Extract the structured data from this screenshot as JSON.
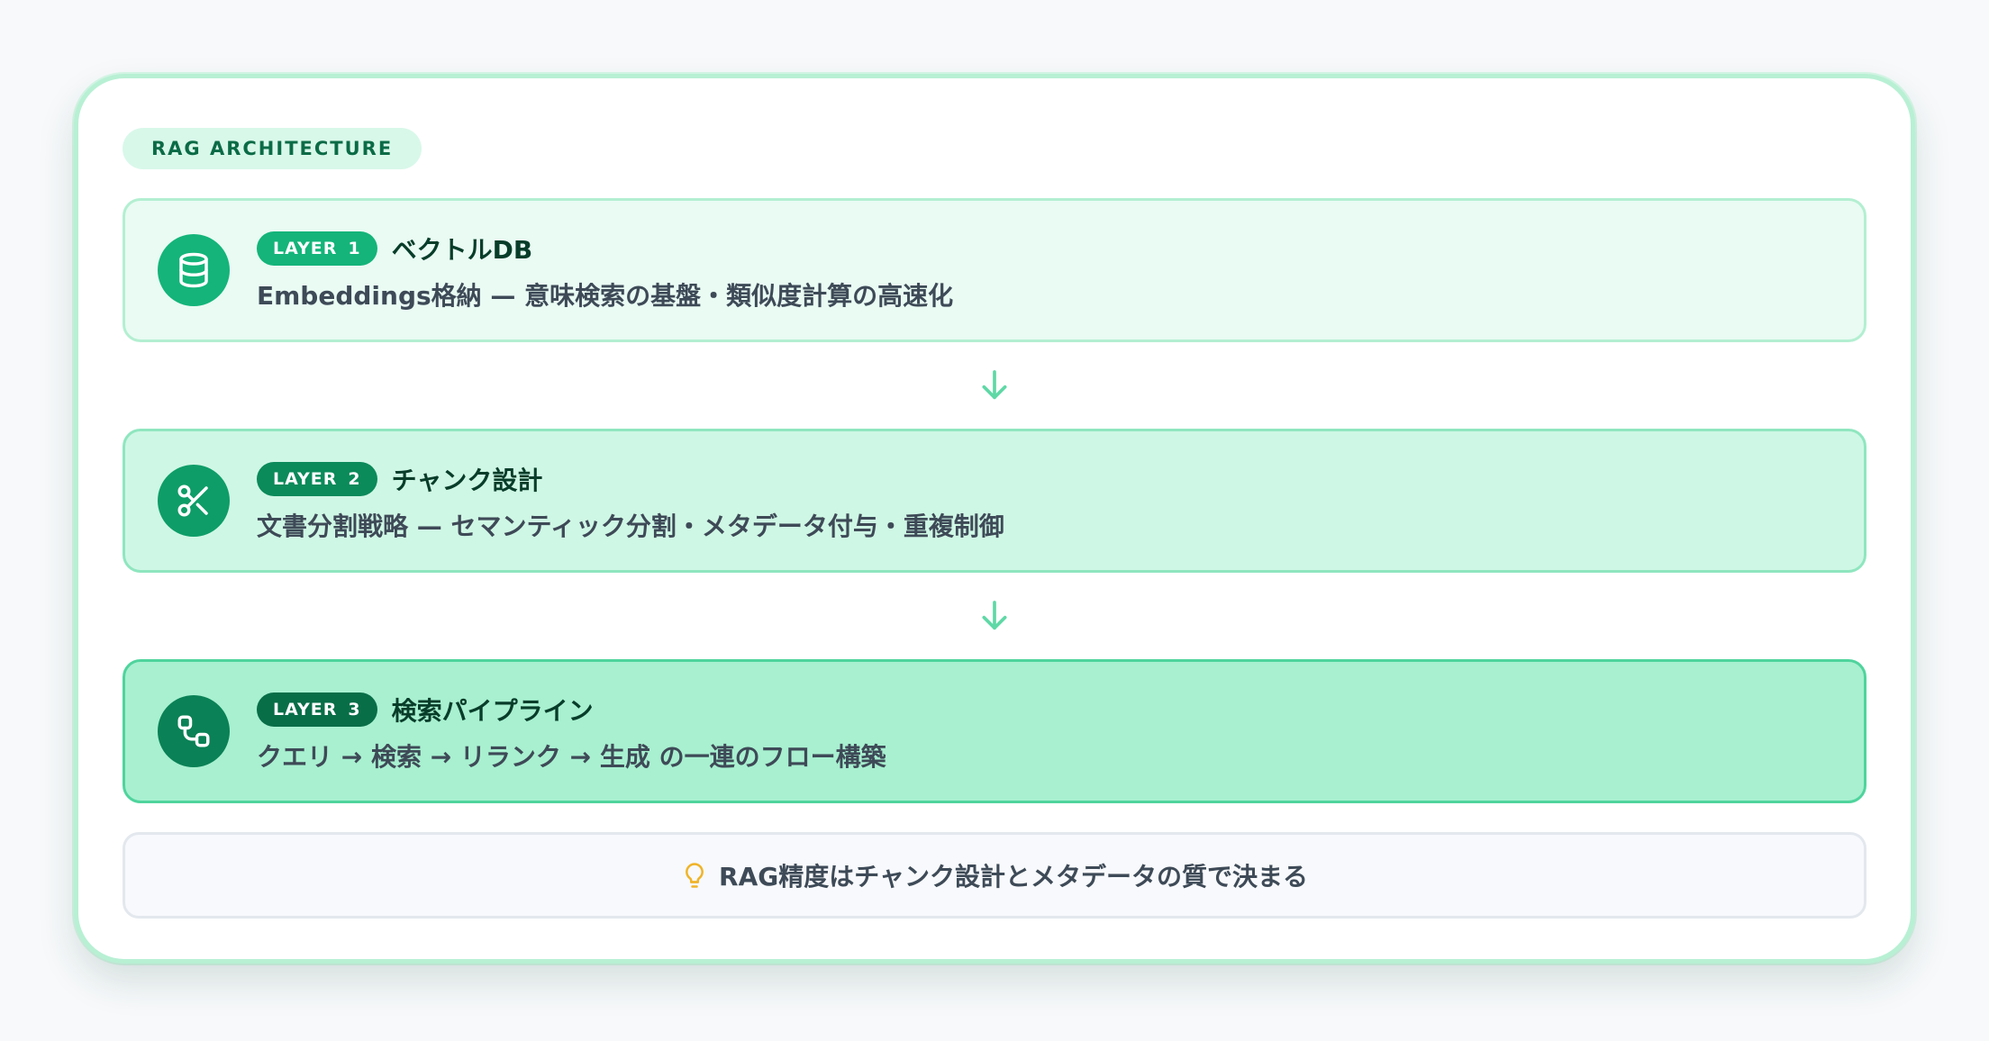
{
  "header": {
    "tag": "RAG ARCHITECTURE"
  },
  "layers": [
    {
      "badge_label": "LAYER",
      "badge_number": "1",
      "title": "ベクトルDB",
      "description": "Embeddings格納 — 意味検索の基盤・類似度計算の高速化",
      "icon": "database-icon"
    },
    {
      "badge_label": "LAYER",
      "badge_number": "2",
      "title": "チャンク設計",
      "description": "文書分割戦略 — セマンティック分割・メタデータ付与・重複制御",
      "icon": "scissors-icon"
    },
    {
      "badge_label": "LAYER",
      "badge_number": "3",
      "title": "検索パイプライン",
      "description": "クエリ → 検索 → リランク → 生成 の一連のフロー構築",
      "icon": "pipeline-icon"
    }
  ],
  "connectors": [
    "arrow-down-icon",
    "arrow-down-icon"
  ],
  "tip": {
    "icon": "lightbulb-icon",
    "text": "RAG精度はチャンク設計とメタデータの質で決まる"
  },
  "colors": {
    "accent": "#14b47a",
    "accent_dark": "#086e48",
    "layer1_bg": "#e9fbf3",
    "layer2_bg": "#cff7e5",
    "layer3_bg": "#a8f0d0",
    "tip_icon": "#f0b429"
  }
}
